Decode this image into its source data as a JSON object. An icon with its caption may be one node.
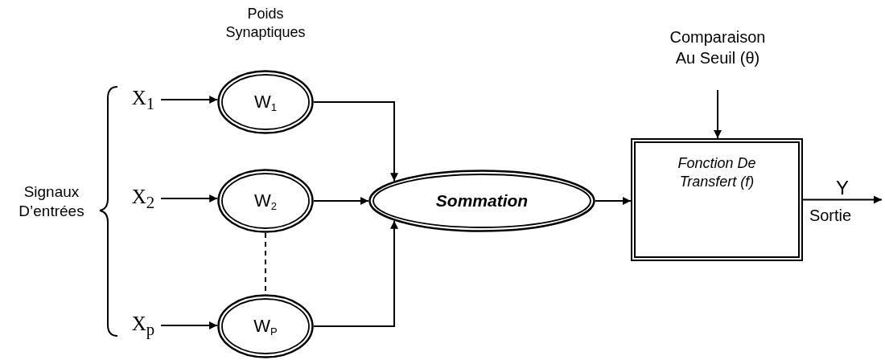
{
  "diagram": {
    "nodes": [
      {
        "text": [
          "X$_{1}$"
        ]
      },
      {
        "text": [
          "W$_{1}$"
        ]
      },
      {
        "text": [
          "X$_{2}$"
        ]
      },
      {
        "text": [
          "W$_{2}$"
        ]
      },
      {
        "text": [
          "X$_{p}$"
        ]
      },
      {
        "text": [
          "W$_{P}$"
        ]
      },
      {
        "text": [
          "Sommation"
        ]
      },
      {
        "text": [
          "Fonction De Transfert (f)"
        ]
      },
      {
        "text": [
          "Comparaison Au Seuil (θ)"
        ]
      }
    ],
    "edges": [
      {
        "from": 0,
        "to": 1,
        "arrow": "to"
      },
      {
        "from": 2,
        "to": 3,
        "arrow": "to"
      },
      {
        "from": 4,
        "to": 5,
        "arrow": "to"
      },
      {
        "from": 3,
        "to": 5,
        "arrow": "none",
        "style": "dashed"
      },
      {
        "from": 1,
        "to": 6,
        "arrow": "to"
      },
      {
        "from": 3,
        "to": 6,
        "arrow": "to"
      },
      {
        "from": 5,
        "to": 6,
        "arrow": "to"
      },
      {
        "from": 6,
        "to": 7,
        "arrow": "to"
      },
      {
        "from": 8,
        "to": 7,
        "arrow": "to"
      },
      {
        "from": 7,
        "to": null,
        "arrow": "to",
        "label": "Y"
      }
    ],
    "labels": [
      "Poids Synaptiques",
      "Signaux D’entrées",
      "Sortie"
    ]
  }
}
